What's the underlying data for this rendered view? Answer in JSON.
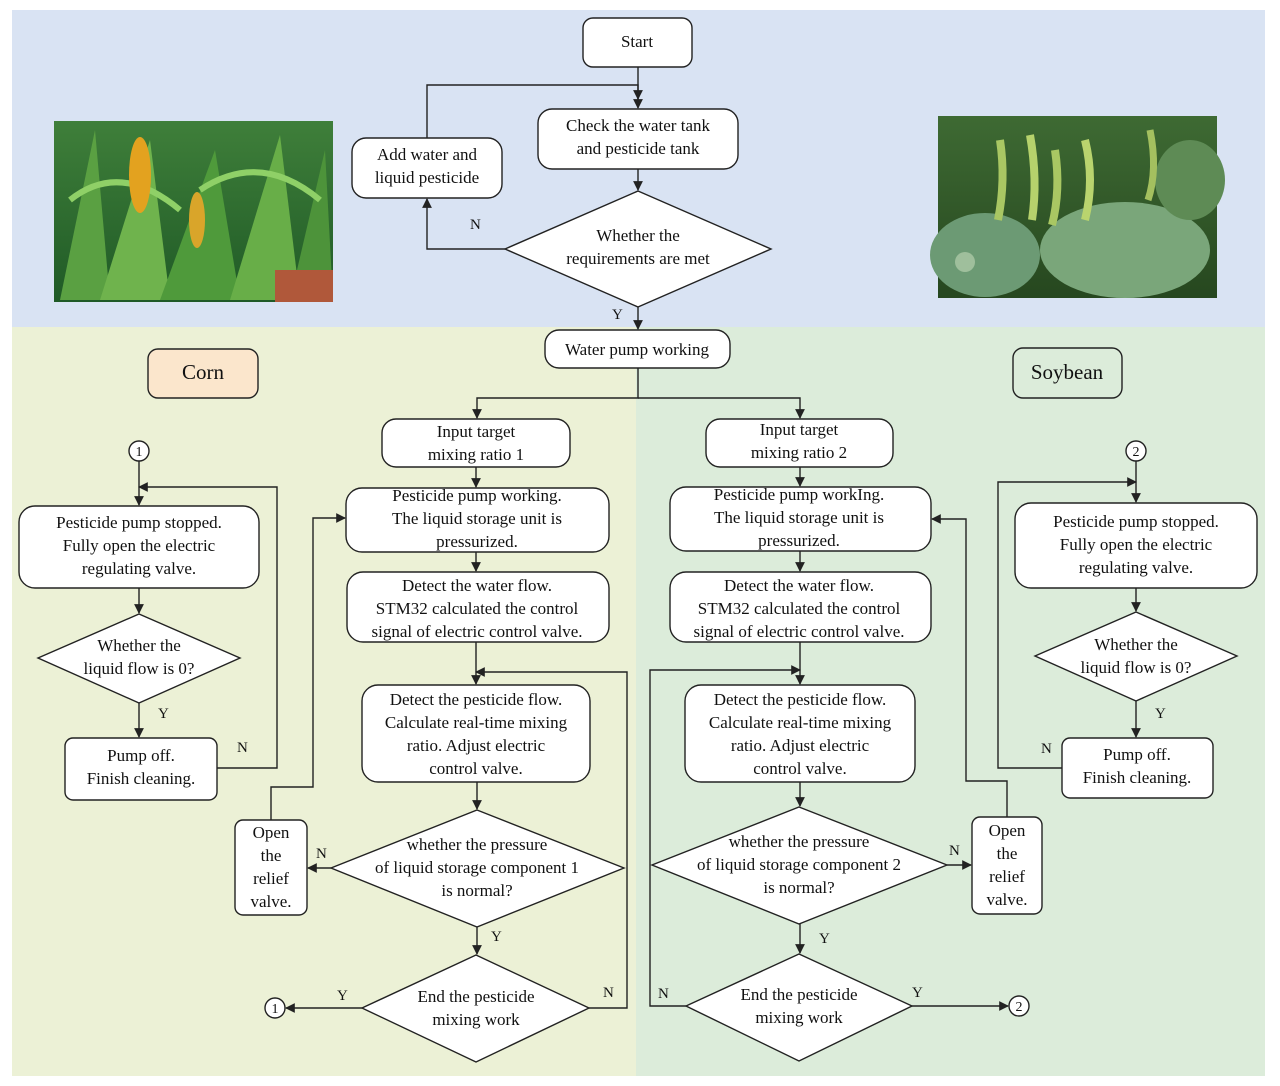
{
  "colors": {
    "top_band": "#d9e3f3",
    "left_panel": "#ecf1d6",
    "right_panel": "#dcecda",
    "corn_label_fill": "#fbe6cc",
    "soybean_label_fill": "#dcecda"
  },
  "images": {
    "corn_photo": "corn-plants-photo",
    "soybean_photo": "soybean-plants-photo"
  },
  "top": {
    "start": "Start",
    "check_tank": [
      "Check the water tank",
      "and pesticide tank"
    ],
    "add_water": [
      "Add water and",
      "liquid pesticide"
    ],
    "requirements_decision": [
      "Whether the",
      "requirements are met"
    ],
    "water_pump": "Water pump working"
  },
  "labels": {
    "corn": "Corn",
    "soybean": "Soybean"
  },
  "left": {
    "input_ratio": [
      "Input target",
      "mixing ratio 1"
    ],
    "pump_working": [
      "Pesticide pump working.",
      "The liquid storage unit is",
      "pressurized."
    ],
    "detect_water": [
      "Detect the water flow.",
      "STM32 calculated the control",
      "signal of electric control valve."
    ],
    "detect_pesticide": [
      "Detect the pesticide flow.",
      "Calculate real-time mixing",
      "ratio. Adjust electric",
      "control valve."
    ],
    "pressure_decision": [
      "whether the pressure",
      "of liquid storage component 1",
      "is normal?"
    ],
    "relief_valve": [
      "Open",
      "the",
      "relief",
      "valve."
    ],
    "end_decision": [
      "End the pesticide",
      "mixing work"
    ],
    "pump_stopped": [
      "Pesticide pump stopped.",
      "Fully open the electric",
      "regulating valve."
    ],
    "liquid_flow_decision": [
      "Whether the",
      "liquid flow is 0?"
    ],
    "pump_off": [
      "Pump off.",
      "Finish cleaning."
    ]
  },
  "right": {
    "input_ratio": [
      "Input target",
      "mixing ratio 2"
    ],
    "pump_working": [
      "Pesticide pump  workIng.",
      "The liquid storage unit is",
      "pressurized."
    ],
    "detect_water": [
      "Detect the water flow.",
      "STM32 calculated the control",
      "signal of electric control valve."
    ],
    "detect_pesticide": [
      "Detect the pesticide flow.",
      "Calculate real-time mixing",
      "ratio. Adjust electric",
      "control valve."
    ],
    "pressure_decision": [
      "whether the pressure",
      "of liquid storage component 2",
      "is normal?"
    ],
    "relief_valve": [
      "Open",
      "the",
      "relief",
      "valve."
    ],
    "end_decision": [
      "End the pesticide",
      "mixing work"
    ],
    "pump_stopped": [
      "Pesticide pump stopped.",
      "Fully open the electric",
      "regulating valve."
    ],
    "liquid_flow_decision": [
      "Whether the",
      "liquid flow is 0?"
    ],
    "pump_off": [
      "Pump off.",
      "Finish cleaning."
    ]
  },
  "connectors": {
    "one": "1",
    "two": "2"
  },
  "edge_labels": {
    "yes": "Y",
    "no": "N"
  }
}
